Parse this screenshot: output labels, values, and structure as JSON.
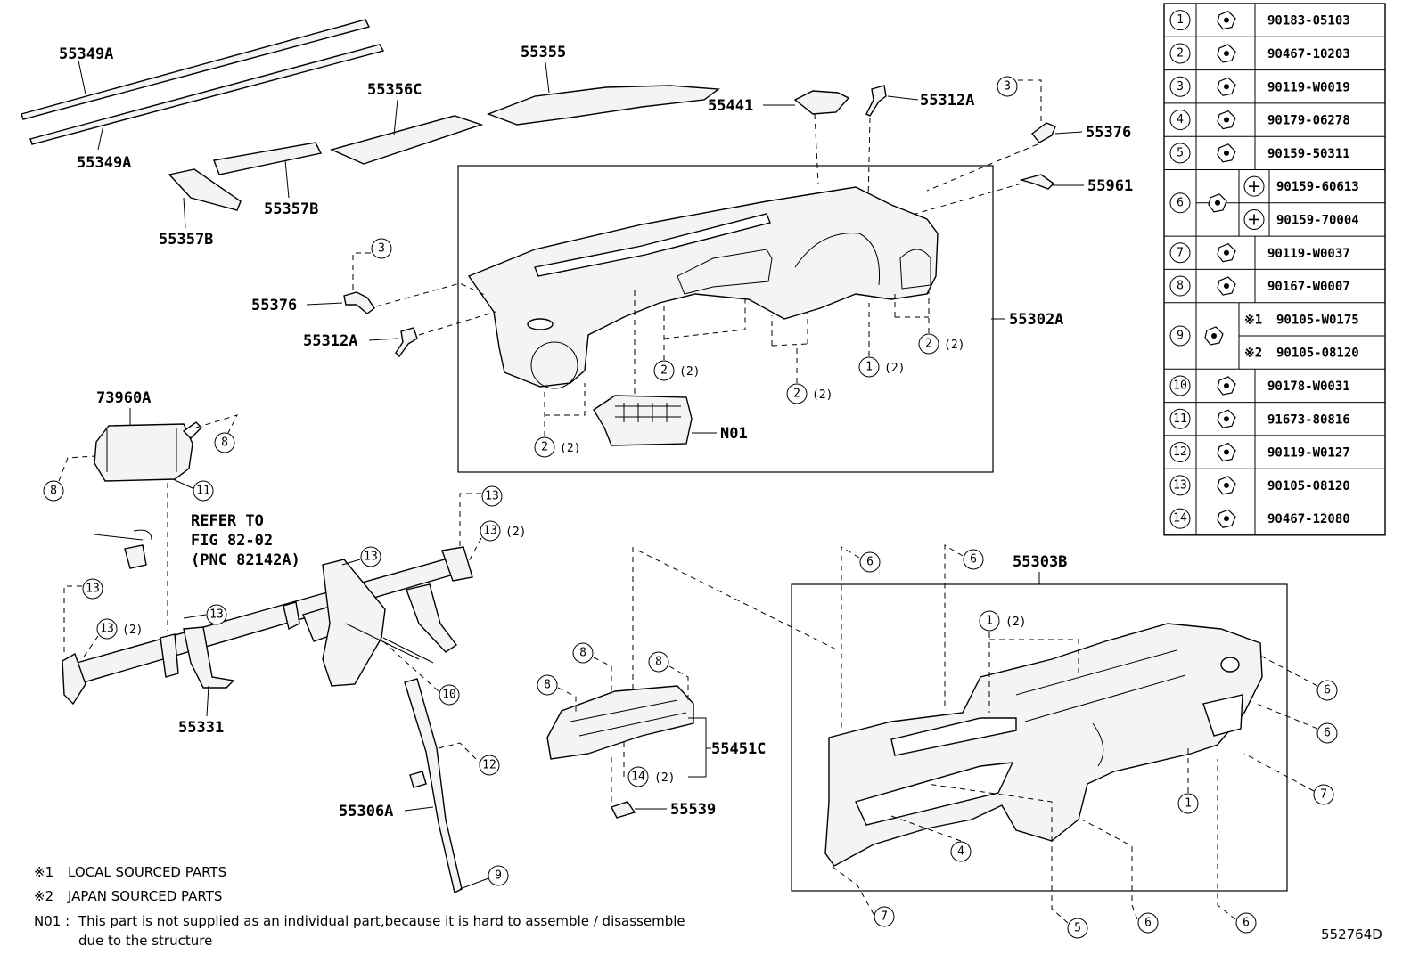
{
  "labels": {
    "p55349A_1": "55349A",
    "p55349A_2": "55349A",
    "p55355": "55355",
    "p55356C": "55356C",
    "p55357B_1": "55357B",
    "p55357B_2": "55357B",
    "p55441": "55441",
    "p55312A_1": "55312A",
    "p55312A_2": "55312A",
    "p55376_1": "55376",
    "p55376_2": "55376",
    "p55961": "55961",
    "p55302A": "55302A",
    "pN01": "N01",
    "p73960A": "73960A",
    "p55331": "55331",
    "p55306A": "55306A",
    "p55451C": "55451C",
    "p55539": "55539",
    "p55303B": "55303B",
    "refer1": "REFER TO",
    "refer2": "FIG 82-02",
    "refer3": "(PNC 82142A)",
    "diagram_id": "552764D"
  },
  "qty": {
    "q2": "(2)"
  },
  "notes": {
    "n1_mark": "※1",
    "n1_text": "LOCAL SOURCED PARTS",
    "n2_mark": "※2",
    "n2_text": "JAPAN SOURCED PARTS",
    "n3_mark": "N01 :",
    "n3_line1": "This part is not supplied as an individual part,because it is hard to assemble / disassemble",
    "n3_line2": "due to the structure"
  },
  "parts_table": [
    {
      "no": "1",
      "part": "90183-05103"
    },
    {
      "no": "2",
      "part": "90467-10203"
    },
    {
      "no": "3",
      "part": "90119-W0019"
    },
    {
      "no": "4",
      "part": "90179-06278"
    },
    {
      "no": "5",
      "part": "90159-50311"
    },
    {
      "no": "6",
      "part": "90159-60613"
    },
    {
      "no": "6",
      "part": "90159-70004"
    },
    {
      "no": "7",
      "part": "90119-W0037"
    },
    {
      "no": "8",
      "part": "90167-W0007"
    },
    {
      "no": "9",
      "mark": "※1",
      "part": "90105-W0175"
    },
    {
      "no": "9",
      "mark": "※2",
      "part": "90105-08120"
    },
    {
      "no": "10",
      "part": "90178-W0031"
    },
    {
      "no": "11",
      "part": "91673-80816"
    },
    {
      "no": "12",
      "part": "90119-W0127"
    },
    {
      "no": "13",
      "part": "90105-08120"
    },
    {
      "no": "14",
      "part": "90467-12080"
    }
  ],
  "callouts": {
    "c1": "1",
    "c2": "2",
    "c3": "3",
    "c4": "4",
    "c5": "5",
    "c6": "6",
    "c7": "7",
    "c8": "8",
    "c9": "9",
    "c10": "10",
    "c11": "11",
    "c12": "12",
    "c13": "13",
    "c14": "14"
  }
}
